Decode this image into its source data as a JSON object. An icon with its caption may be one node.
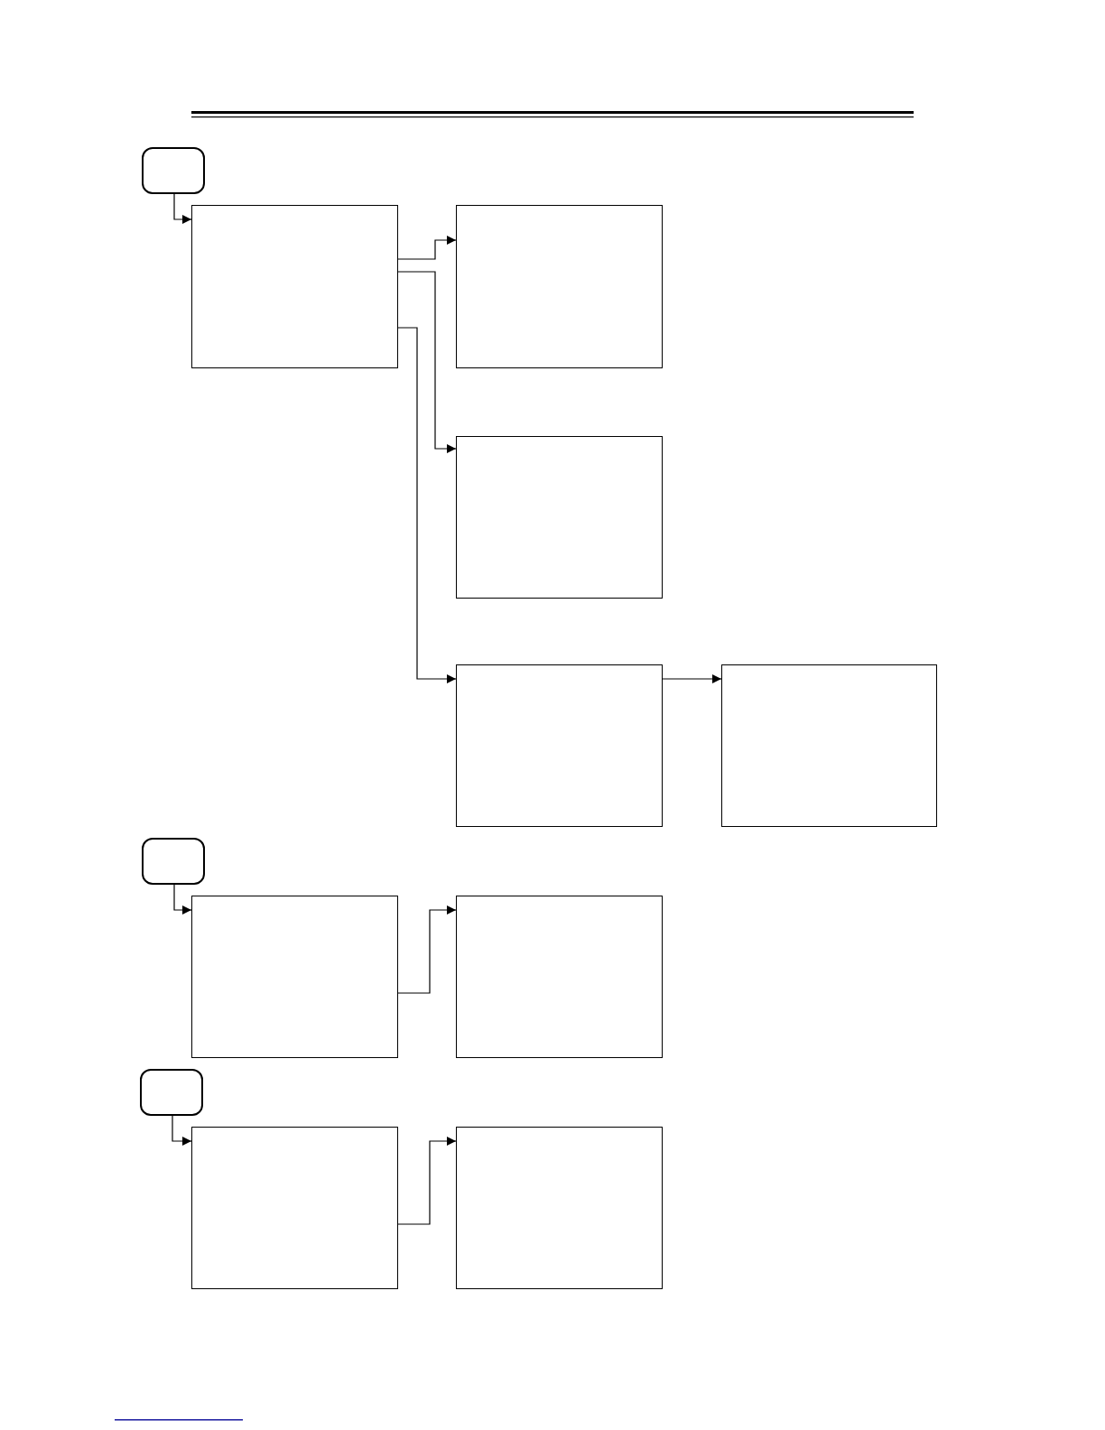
{
  "diagram": {
    "nodes": [
      {
        "text": [],
        "shape": "rounded"
      },
      {
        "text": [],
        "shape": "box"
      },
      {
        "text": [],
        "shape": "box"
      },
      {
        "text": [],
        "shape": "box"
      },
      {
        "text": [],
        "shape": "box"
      },
      {
        "text": [],
        "shape": "box"
      },
      {
        "text": [],
        "shape": "rounded"
      },
      {
        "text": [],
        "shape": "box"
      },
      {
        "text": [],
        "shape": "box"
      },
      {
        "text": [],
        "shape": "rounded"
      },
      {
        "text": [],
        "shape": "box"
      },
      {
        "text": [],
        "shape": "box"
      }
    ],
    "edges": [
      {
        "from": 0,
        "to": 1,
        "arrow": "to"
      },
      {
        "from": 1,
        "to": 2,
        "arrow": "to"
      },
      {
        "from": 1,
        "to": 3,
        "arrow": "to"
      },
      {
        "from": 1,
        "to": 4,
        "arrow": "to"
      },
      {
        "from": 4,
        "to": 5,
        "arrow": "to"
      },
      {
        "from": 6,
        "to": 7,
        "arrow": "to"
      },
      {
        "from": 7,
        "to": 8,
        "arrow": "to"
      },
      {
        "from": 9,
        "to": 10,
        "arrow": "to"
      },
      {
        "from": 10,
        "to": 11,
        "arrow": "to"
      }
    ]
  }
}
